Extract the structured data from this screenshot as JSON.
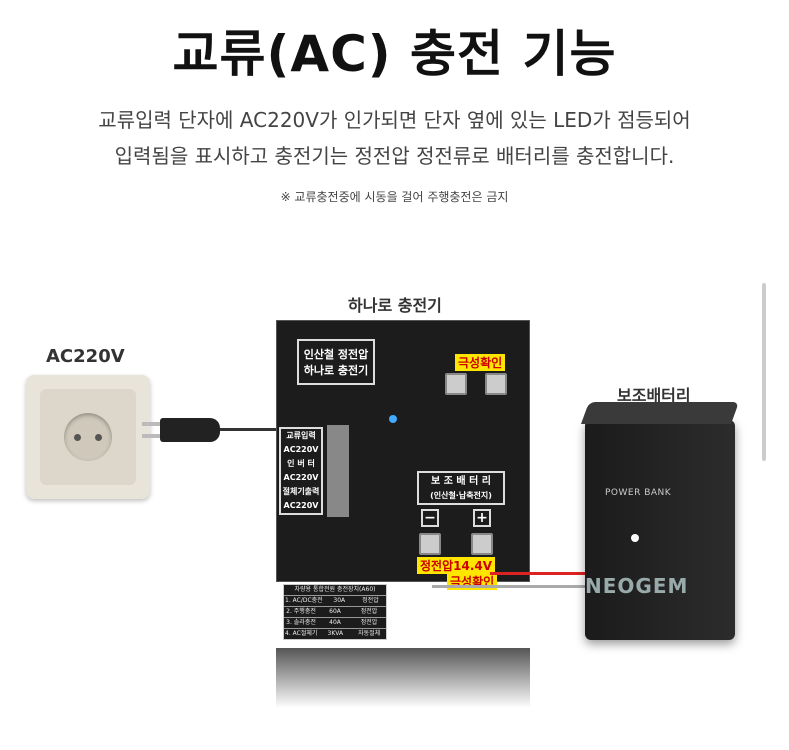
{
  "title": "교류(AC) 충전 기능",
  "description": [
    "교류입력 단자에 AC220V가 인가되면 단자 옆에 있는 LED가 점등되어",
    "입력됨을 표시하고 충전기는 정전압 정전류로 배터리를 충전합니다."
  ],
  "note": "※ 교류충전중에 시동을 걸어 주행충전은 금지",
  "labels": {
    "outlet": "AC220V",
    "charger": "하나로 충전기",
    "battery": "보조배터리"
  },
  "device": {
    "name": [
      "인산철 정전압",
      "하나로 충전기"
    ],
    "polarity_check": "극성확인",
    "inputs": [
      {
        "name": "교류입력",
        "v": "AC220V"
      },
      {
        "name": "인 버 터",
        "v": "AC220V"
      },
      {
        "name": "절체기출력",
        "v": "AC220V"
      }
    ],
    "aux_battery": [
      "보 조 배 터 리",
      "(인산철·납축전지)"
    ],
    "voltage": "정전압14.4V",
    "plus": "+",
    "minus": "−",
    "table_title": "차량용 통합전원 충전장치(A60)",
    "table": [
      [
        "1. AC/DC충전",
        "30A",
        "정전압"
      ],
      [
        "2. 주행충전",
        "60A",
        "정전압"
      ],
      [
        "3. 솔라충전",
        "40A",
        "정전압"
      ],
      [
        "4. AC절체기",
        "3KVA",
        "자동절체"
      ]
    ]
  },
  "battery_label": "POWER BANK",
  "brand": "NEOGEM"
}
